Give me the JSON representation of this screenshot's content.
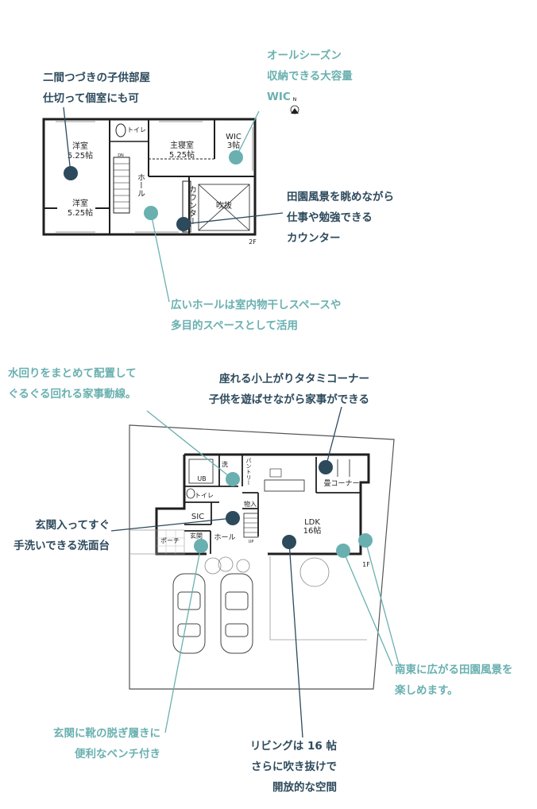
{
  "colors": {
    "dark": "#2d4a5c",
    "teal": "#6ab0b0",
    "wall": "#1f1f1f"
  },
  "annotations": {
    "kids_room": [
      "二間つづきの子供部屋",
      "仕切って個室にも可"
    ],
    "wic": [
      "オールシーズン",
      "収納できる大容量",
      "WIC"
    ],
    "counter": [
      "田園風景を眺めながら",
      "仕事や勉強できる",
      "カウンター"
    ],
    "hall2f": [
      "広いホールは室内物干しスペースや",
      "多目的スペースとして活用"
    ],
    "water": [
      "水回りをまとめて配置して",
      "ぐるぐる回れる家事動線。"
    ],
    "tatami": [
      "座れる小上がりタタミコーナー",
      "子供を遊ばせながら家事ができる"
    ],
    "washbasin": [
      "玄関入ってすぐ",
      "手洗いできる洗面台"
    ],
    "southeast": [
      "南東に広がる田園風景を",
      "楽しめます。"
    ],
    "entrance": [
      "玄関に靴の脱ぎ履きに",
      "便利なベンチ付き"
    ],
    "living": [
      "リビングは 16 帖",
      "さらに吹き抜けで",
      "開放的な空間"
    ]
  },
  "floor2": {
    "label": "2F",
    "rooms": {
      "west_top": [
        "洋室",
        "5.25帖"
      ],
      "west_bottom": [
        "洋室",
        "5.25帖"
      ],
      "toilet": "トイレ",
      "master": [
        "主寝室",
        "5.25帖"
      ],
      "wic": [
        "WIC",
        "3帖"
      ],
      "hall": "ホール",
      "counter": "カウンター",
      "void": "吹抜",
      "dn": "DN"
    }
  },
  "floor1": {
    "label": "1F",
    "rooms": {
      "wash": "洗",
      "ub": "UB",
      "pantry": "パントリー",
      "tatami": "畳コーナー",
      "toilet": "トイレ",
      "storage": "物入",
      "sic": "SIC",
      "ldk": [
        "LDK",
        "16帖"
      ],
      "hall": "ホール",
      "entrance": "玄関",
      "porch": "ポーチ",
      "up": "UP"
    }
  }
}
